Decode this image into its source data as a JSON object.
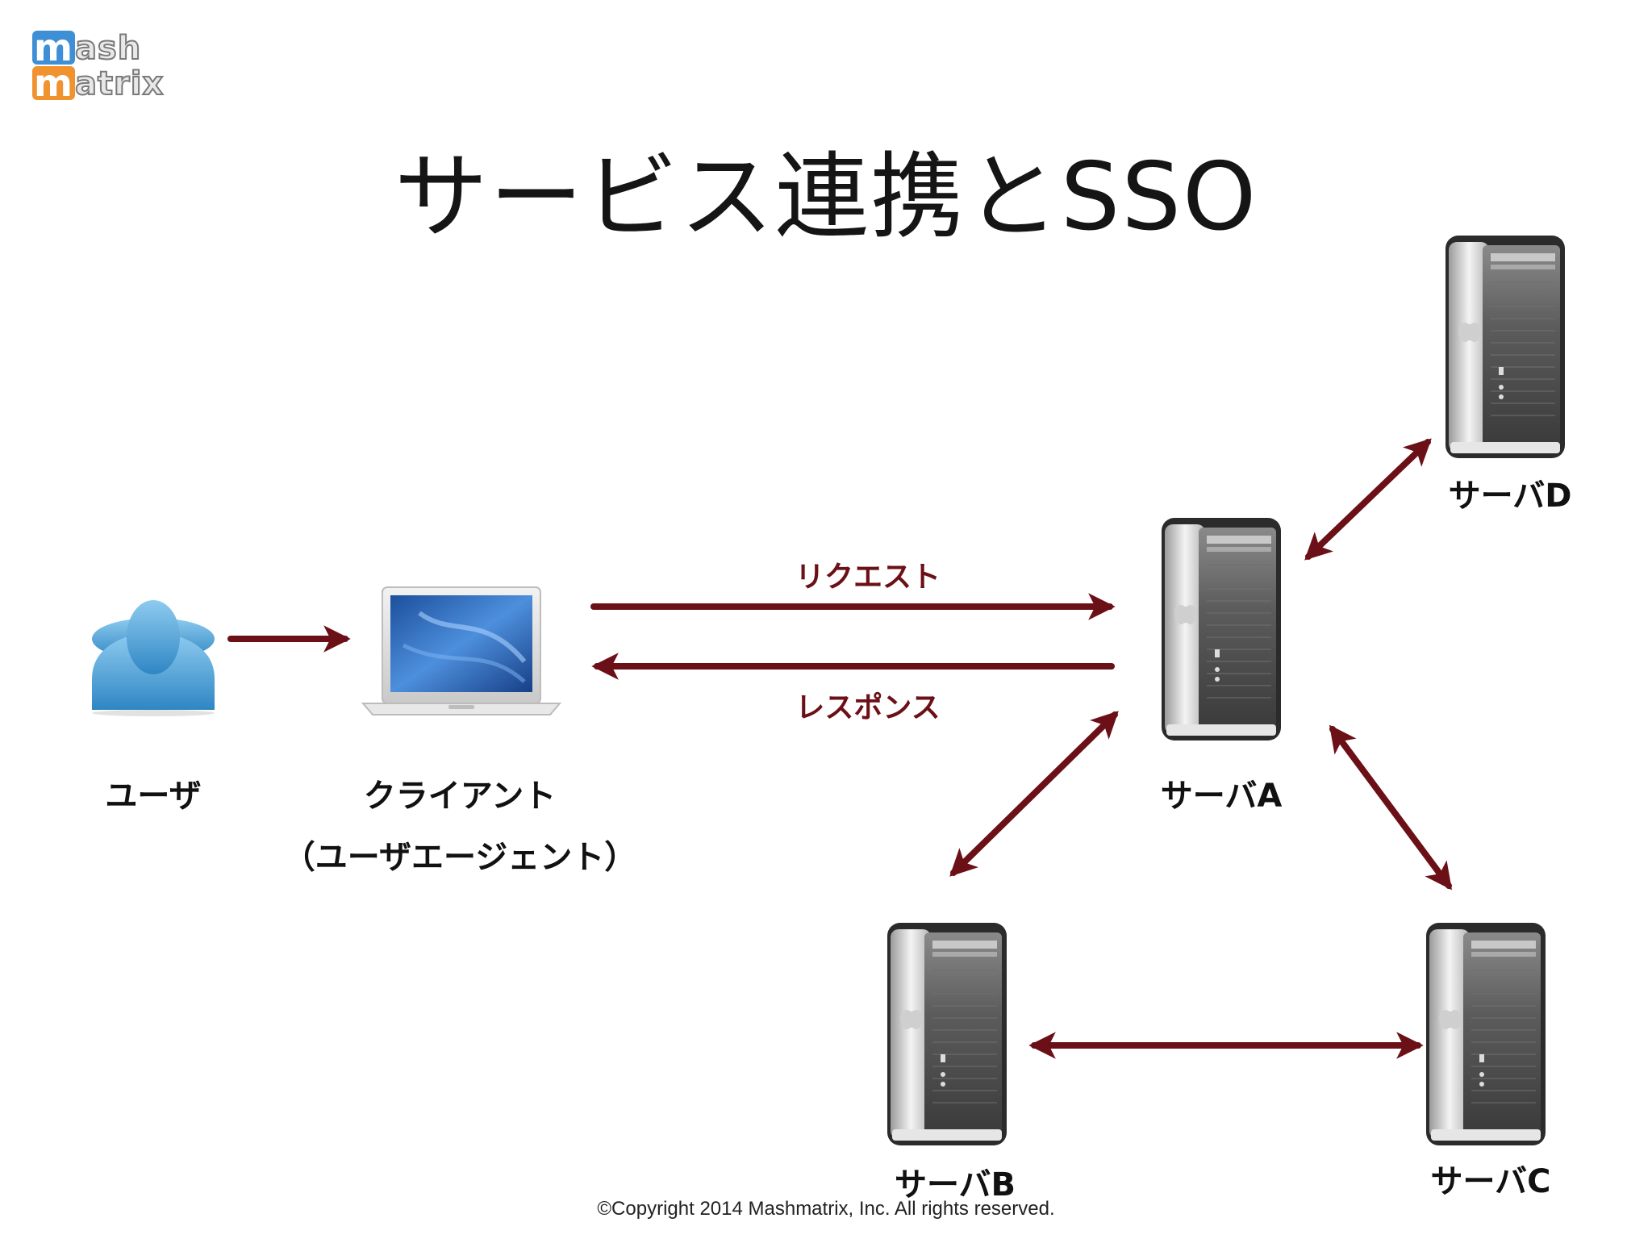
{
  "logo": {
    "line1_cap": "m",
    "line1_rest": "ash",
    "line2_cap": "m",
    "line2_rest": "atrix",
    "color_blue": "#3f8fd6",
    "color_orange": "#f0922e"
  },
  "title": "サービス連携とSSO",
  "nodes": {
    "user": {
      "label": "ユーザ"
    },
    "client": {
      "label": "クライアント",
      "sublabel": "（ユーザエージェント）"
    },
    "server_a": {
      "label": "サーバA"
    },
    "server_b": {
      "label": "サーバB"
    },
    "server_c": {
      "label": "サーバC"
    },
    "server_d": {
      "label": "サーバD"
    }
  },
  "arrows": {
    "request_label": "リクエスト",
    "response_label": "レスポンス",
    "color": "#6b1016"
  },
  "footer": {
    "copyright": "©Copyright 2014 Mashmatrix, Inc. All rights reserved."
  }
}
